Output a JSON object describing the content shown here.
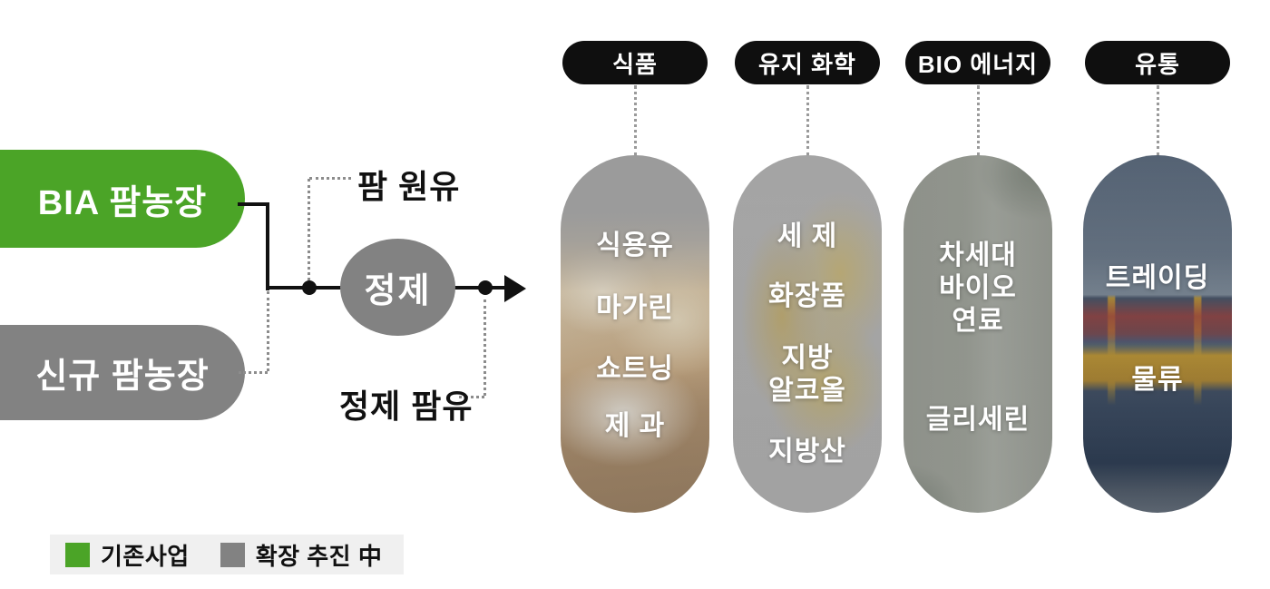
{
  "flow": {
    "sources": [
      {
        "label": "BIA 팜농장",
        "status": "existing"
      },
      {
        "label": "신규 팜농장",
        "status": "expansion"
      }
    ],
    "process_label": "정제",
    "input_label": "팜 원유",
    "output_label": "정제 팜유"
  },
  "columns": [
    {
      "header": "식품",
      "items": [
        "식용유",
        "마가린",
        "쇼트닝",
        "제 과"
      ]
    },
    {
      "header": "유지 화학",
      "items": [
        "세 제",
        "화장품",
        "지방\n알코올",
        "지방산"
      ]
    },
    {
      "header": "BIO 에너지",
      "items": [
        "차세대\n바이오\n연료",
        "글리세린"
      ]
    },
    {
      "header": "유통",
      "items": [
        "트레이딩",
        "물류"
      ]
    }
  ],
  "legend": {
    "items": [
      {
        "label": "기존사업",
        "color": "#4ba427"
      },
      {
        "label": "확장 추진 中",
        "color": "#828282"
      }
    ]
  },
  "colors": {
    "existing_green": "#4ba427",
    "expansion_gray": "#828282",
    "header_black": "#0f0f0f",
    "line_black": "#111111",
    "dotted_gray": "#8c8c8c"
  }
}
